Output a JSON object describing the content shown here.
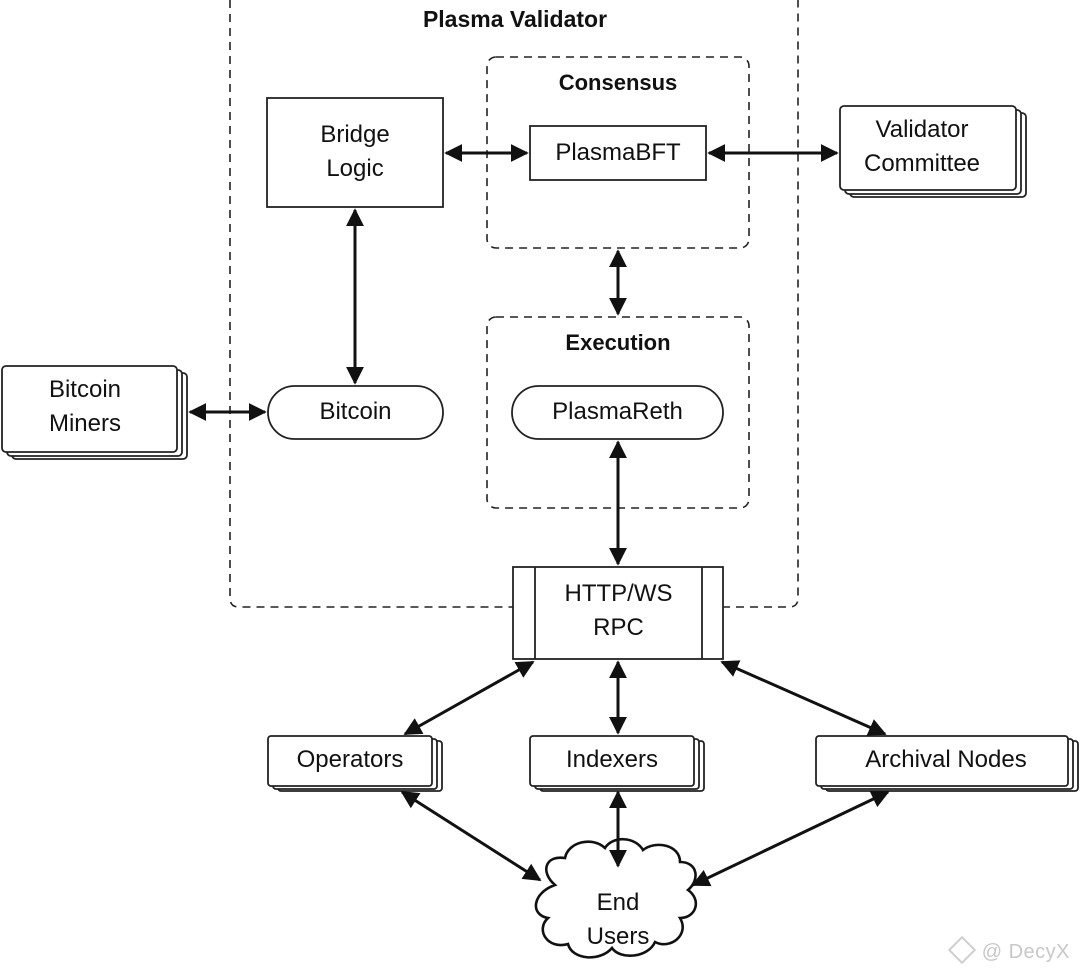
{
  "diagram": {
    "groups": {
      "plasma_validator": "Plasma Validator",
      "consensus": "Consensus",
      "execution": "Execution"
    },
    "nodes": {
      "bridge_logic": [
        "Bridge",
        "Logic"
      ],
      "plasma_bft": "PlasmaBFT",
      "validator_committee": [
        "Validator",
        "Committee"
      ],
      "bitcoin_miners": [
        "Bitcoin",
        "Miners"
      ],
      "bitcoin": "Bitcoin",
      "plasma_reth": "PlasmaReth",
      "rpc": [
        "HTTP/WS",
        "RPC"
      ],
      "operators": "Operators",
      "indexers": "Indexers",
      "archival_nodes": "Archival Nodes",
      "end_users": [
        "End",
        "Users"
      ]
    },
    "edges": [
      {
        "from": "Bridge Logic",
        "to": "PlasmaBFT",
        "direction": "bidirectional"
      },
      {
        "from": "PlasmaBFT",
        "to": "Validator Committee",
        "direction": "bidirectional"
      },
      {
        "from": "Bridge Logic",
        "to": "Bitcoin",
        "direction": "bidirectional"
      },
      {
        "from": "Bitcoin Miners",
        "to": "Bitcoin",
        "direction": "bidirectional"
      },
      {
        "from": "Consensus",
        "to": "Execution",
        "direction": "bidirectional"
      },
      {
        "from": "PlasmaReth",
        "to": "HTTP/WS RPC",
        "direction": "bidirectional"
      },
      {
        "from": "HTTP/WS RPC",
        "to": "Operators",
        "direction": "bidirectional"
      },
      {
        "from": "HTTP/WS RPC",
        "to": "Indexers",
        "direction": "bidirectional"
      },
      {
        "from": "HTTP/WS RPC",
        "to": "Archival Nodes",
        "direction": "bidirectional"
      },
      {
        "from": "Operators",
        "to": "End Users",
        "direction": "bidirectional"
      },
      {
        "from": "Indexers",
        "to": "End Users",
        "direction": "bidirectional"
      },
      {
        "from": "Archival Nodes",
        "to": "End Users",
        "direction": "bidirectional"
      }
    ]
  },
  "watermark": "@ DecyX"
}
